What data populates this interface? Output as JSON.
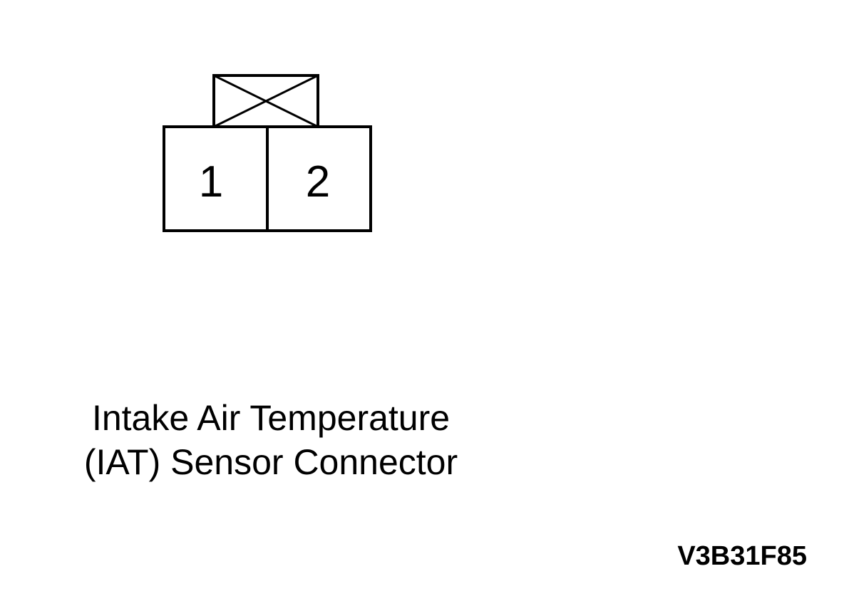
{
  "connector": {
    "pins": [
      {
        "label": "1"
      },
      {
        "label": "2"
      }
    ]
  },
  "caption": {
    "line1": "Intake Air Temperature",
    "line2": "(IAT) Sensor Connector"
  },
  "figure_code": "V3B31F85",
  "colors": {
    "line": "#000000",
    "background": "#ffffff"
  }
}
